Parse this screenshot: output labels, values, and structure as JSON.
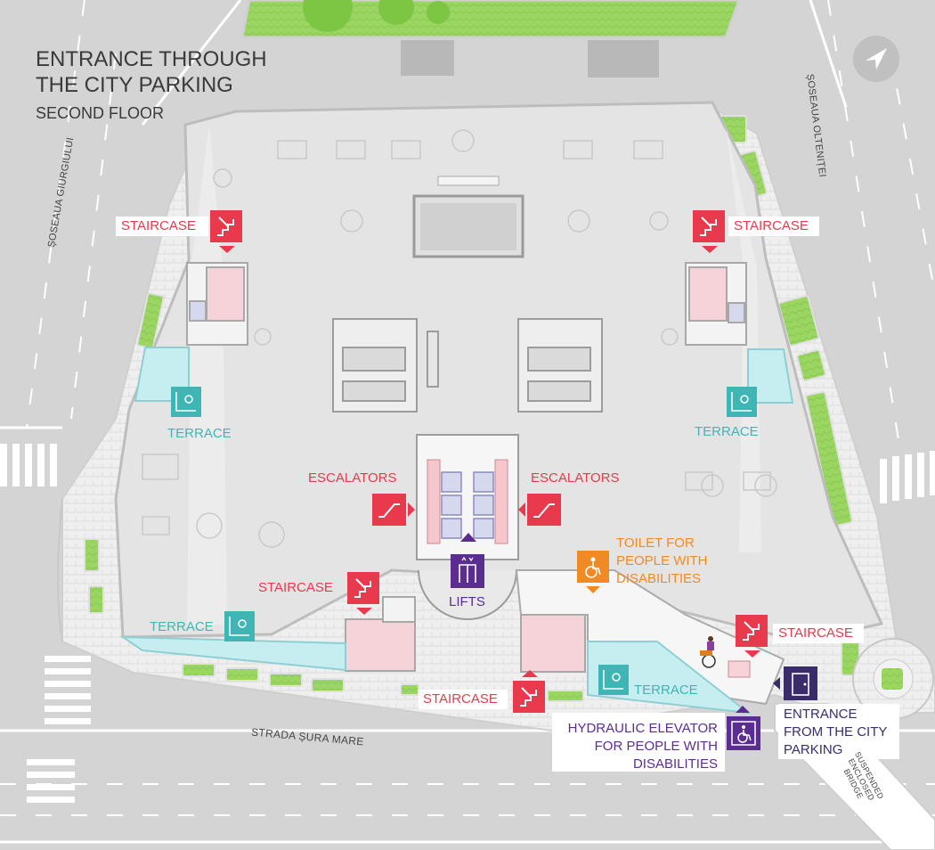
{
  "map": {
    "title_line1": "ENTRANCE THROUGH",
    "title_line2": "THE CITY PARKING",
    "subtitle": "SECOND FLOOR",
    "streets": {
      "west": "ȘOSEAUA GIURGIULUI",
      "east": "ȘOSEAUA OLTENIȚEI",
      "south": "STRADA ȘURA MARE",
      "bridge_1": "SUSPENDED",
      "bridge_2": "ENCLOSED",
      "bridge_3": "BRIDGE"
    },
    "labels": {
      "staircase": "STAIRCASE",
      "terrace": "TERRACE",
      "escalators": "ESCALATORS",
      "lifts": "LIFTS",
      "toilet_1": "TOILET FOR",
      "toilet_2": "PEOPLE WITH",
      "toilet_3": "DISABILITIES",
      "elevator_1": "HYDRAULIC ELEVATOR",
      "elevator_2": "FOR PEOPLE WITH",
      "elevator_3": "DISABILITIES",
      "entrance_1": "ENTRANCE",
      "entrance_2": "FROM THE CITY",
      "entrance_3": "PARKING"
    },
    "icons": {
      "staircase": "staircase-icon",
      "terrace": "terrace-icon",
      "escalators": "escalator-icon",
      "lifts": "lift-icon",
      "toilet": "accessible-toilet-icon",
      "elevator": "wheelchair-elevator-icon",
      "entrance": "entrance-door-icon",
      "compass": "compass-icon"
    },
    "colors": {
      "staircase": "#e8394d",
      "terrace": "#3fb5b5",
      "lifts": "#5b2d90",
      "toilet": "#f08a24",
      "entrance": "#3a2c6a",
      "terrace_fill": "#c6eef0",
      "stair_fill": "#f5d3d8",
      "green": "#8fd15a"
    }
  }
}
